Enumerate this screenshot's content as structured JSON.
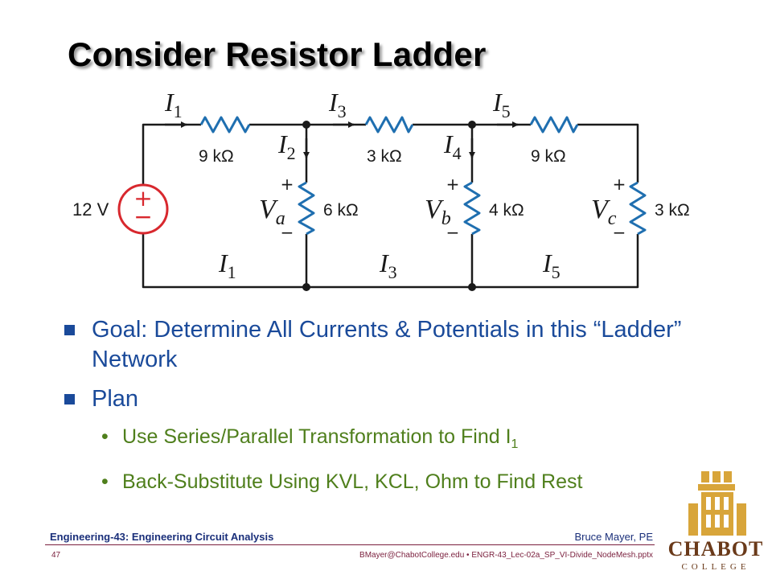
{
  "slide": {
    "title": "Consider Resistor Ladder",
    "bullets": [
      {
        "text": "Goal: Determine All Currents & Potentials in this “Ladder” Network",
        "level": 1
      },
      {
        "text": "Plan",
        "level": 1
      },
      {
        "text": "Use Series/Parallel Transformation to Find I",
        "sub": "1",
        "level": 2
      },
      {
        "text": "Back-Substitute Using KVL, KCL, Ohm to Find Rest",
        "level": 2
      }
    ],
    "bullet_glyph": "•"
  },
  "circuit": {
    "source": {
      "label": "12 V",
      "plus": "+",
      "minus": "−",
      "color": "#d8282e"
    },
    "resistors": {
      "r1": "9 kΩ",
      "r2": "6 kΩ",
      "r3": "3 kΩ",
      "r4": "4 kΩ",
      "r5": "9 kΩ",
      "r6": "3 kΩ",
      "color": "#1f6fb0"
    },
    "currents": {
      "top1": {
        "base": "I",
        "sub": "1"
      },
      "top3": {
        "base": "I",
        "sub": "3"
      },
      "top5": {
        "base": "I",
        "sub": "5"
      },
      "down2": {
        "base": "I",
        "sub": "2"
      },
      "down4": {
        "base": "I",
        "sub": "4"
      },
      "bot1": {
        "base": "I",
        "sub": "1"
      },
      "bot3": {
        "base": "I",
        "sub": "3"
      },
      "bot5": {
        "base": "I",
        "sub": "5"
      }
    },
    "voltages": {
      "va": {
        "base": "V",
        "sub": "a",
        "plus": "+",
        "minus": "−"
      },
      "vb": {
        "base": "V",
        "sub": "b",
        "plus": "+",
        "minus": "−"
      },
      "vc": {
        "base": "V",
        "sub": "c",
        "plus": "+",
        "minus": "−"
      }
    }
  },
  "footer": {
    "course": "Engineering-43: Engineering Circuit Analysis",
    "author": "Bruce Mayer, PE",
    "page": "47",
    "file_info": "BMayer@ChabotCollege.edu • ENGR-43_Lec-02a_SP_VI-Divide_NodeMesh.pptx"
  },
  "logo": {
    "name": "CHABOT",
    "sub": "COLLEGE",
    "color": "#d8a53a"
  }
}
